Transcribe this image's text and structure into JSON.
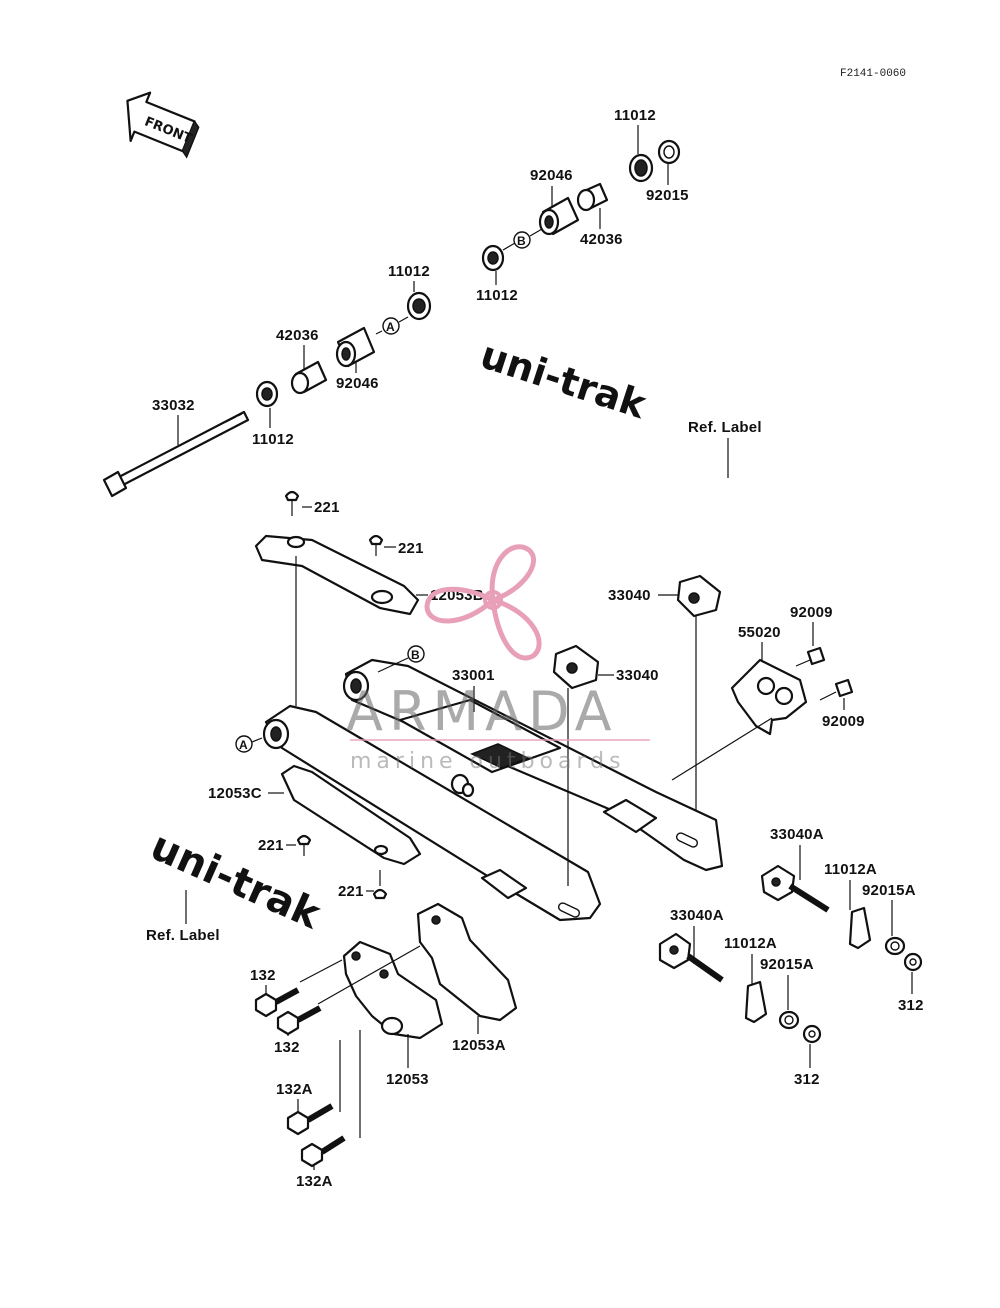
{
  "diagram_code": "F2141-0060",
  "front_label": "FRONT",
  "ref_label": "Ref. Label",
  "logo_text": "uni-trak",
  "watermark": {
    "brand": "ARMADA",
    "tagline": "marine outboards",
    "accent_color": "#e8a0b8"
  },
  "circle_markers": {
    "a": "A",
    "b": "B"
  },
  "part_labels": {
    "p11012_top": "11012",
    "p92015_top": "92015",
    "p92046_top": "92046",
    "p42036_top": "42036",
    "p11012_b": "11012",
    "p11012_a": "11012",
    "p42036_a": "42036",
    "p92046_a": "92046",
    "p33032": "33032",
    "p11012_low": "11012",
    "p221_1": "221",
    "p221_2": "221",
    "p12053b": "12053B",
    "p33040_1": "33040",
    "p33040_2": "33040",
    "p92009_1": "92009",
    "p55020": "55020",
    "p92009_2": "92009",
    "p33001": "33001",
    "p12053c": "12053C",
    "p221_3": "221",
    "p221_4": "221",
    "p33040a_1": "33040A",
    "p11012a_1": "11012A",
    "p92015a_1": "92015A",
    "p312_1": "312",
    "p33040a_2": "33040A",
    "p11012a_2": "11012A",
    "p92015a_2": "92015A",
    "p312_2": "312",
    "p132_1": "132",
    "p132_2": "132",
    "p12053a": "12053A",
    "p12053": "12053",
    "p132a_1": "132A",
    "p132a_2": "132A"
  }
}
